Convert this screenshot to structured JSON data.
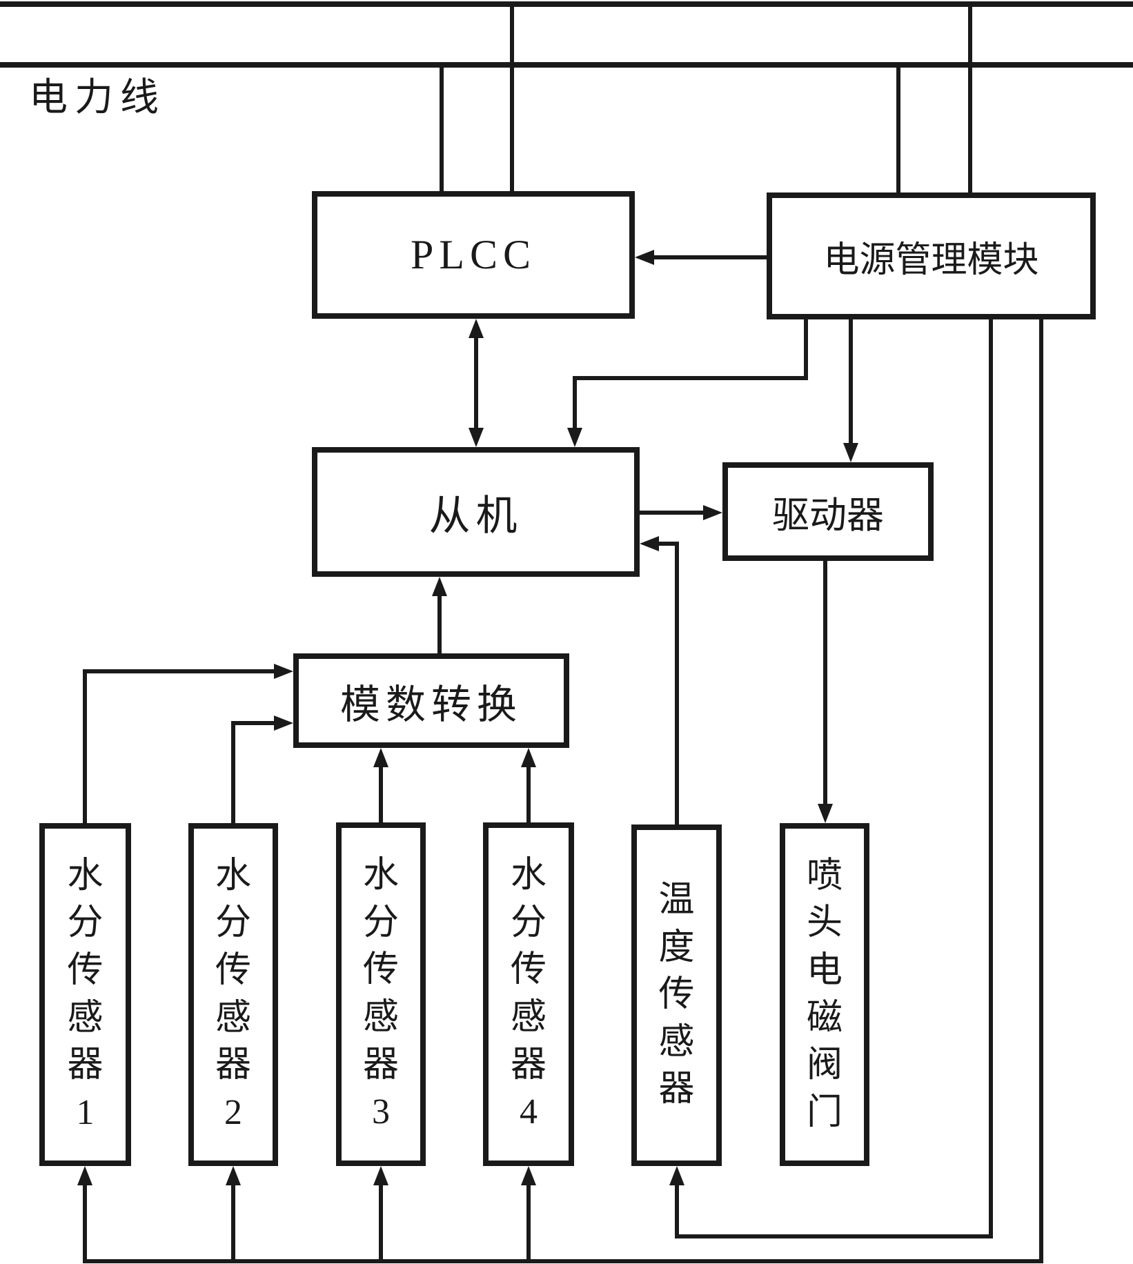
{
  "power_line": {
    "label": "电力线"
  },
  "boxes": {
    "plcc": {
      "label": "PLCC"
    },
    "power_mgmt": {
      "label": "电源管理模块"
    },
    "slave": {
      "label": "从机"
    },
    "driver": {
      "label": "驱动器"
    },
    "adc": {
      "label": "模数转换"
    },
    "sensor1": {
      "label": "水分传感器1"
    },
    "sensor2": {
      "label": "水分传感器2"
    },
    "sensor3": {
      "label": "水分传感器3"
    },
    "sensor4": {
      "label": "水分传感器4"
    },
    "temp_sensor": {
      "label": "温度传感器"
    },
    "valve": {
      "label": "喷头电磁阀门"
    }
  },
  "colors": {
    "line": "#1a1a1a",
    "background": "#ffffff"
  }
}
